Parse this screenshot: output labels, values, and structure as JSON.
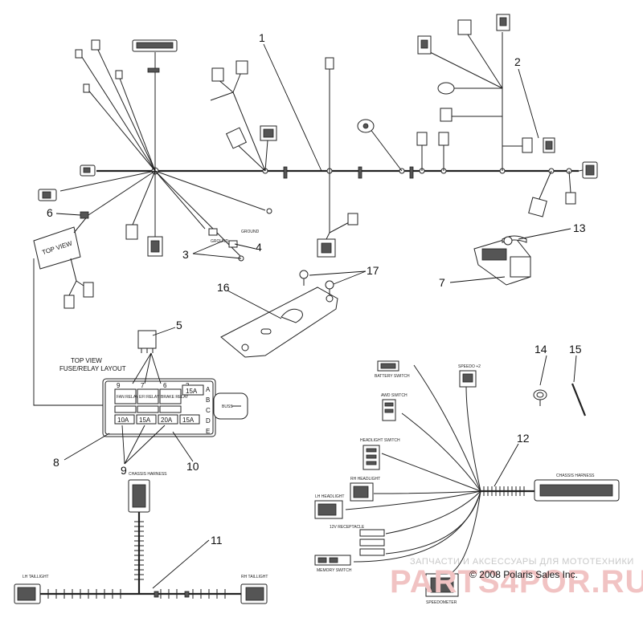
{
  "callouts": [
    "1",
    "2",
    "3",
    "4",
    "5",
    "6",
    "7",
    "8",
    "9",
    "10",
    "11",
    "12",
    "13",
    "14",
    "15",
    "16",
    "17"
  ],
  "fuse_box": {
    "title_line1": "TOP VIEW",
    "title_line2": "FUSE/RELAY LAYOUT",
    "relays": [
      "FAN RELAY",
      "EFI RELAY",
      "BRAKE RELAY"
    ],
    "top_fuse": "15A",
    "bottom_fuses": [
      "10A",
      "15A",
      "20A",
      "15A"
    ],
    "top_numbers": [
      "9",
      "7",
      "6",
      "3"
    ],
    "side_letters": [
      "A",
      "B",
      "C",
      "D",
      "E"
    ]
  },
  "harness_labels": {
    "chassis_harness_top": "CHASSIS HARNESS",
    "chassis_harness_right": "CHASSIS HARNESS",
    "lh_taillight": "LH TAILLIGHT",
    "rh_taillight": "RH TAILLIGHT",
    "speedo": "SPEEDO +2",
    "speedometer": "SPEEDOMETER",
    "awd_switch": "AWD SWITCH",
    "headlight_switch": "HEADLIGHT SWITCH",
    "rh_headlight": "RH HEADLIGHT",
    "lh_headlight": "LH HEADLIGHT",
    "receptacle": "12V RECEPTACLE",
    "memory_switch": "MEMORY SWITCH",
    "battery_switch": "BATTERY SWITCH"
  },
  "watermark": {
    "russian": "ЗАПЧАСТИ И АКСЕССУАРЫ ДЛЯ МОТОТЕХНИКИ",
    "brand": "PARTS4POR.RU"
  },
  "copyright": "© 2008 Polaris Sales Inc.",
  "colors": {
    "ink": "#222222",
    "watermark": "#f1c3c3"
  }
}
